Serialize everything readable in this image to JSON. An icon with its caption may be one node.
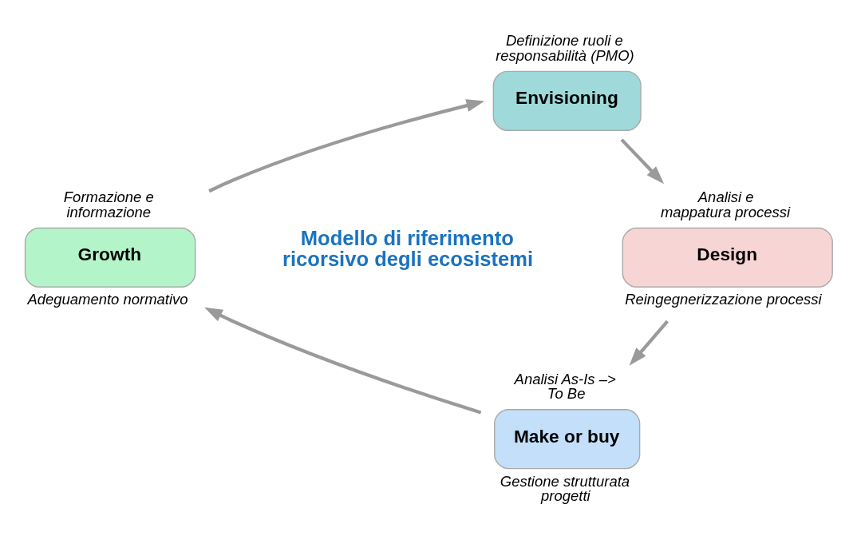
{
  "diagram": {
    "nodes": [
      {
        "text": [
          "Envisioning"
        ],
        "beside": [
          "Definizione ruoli e responsabilità (PMO)"
        ]
      },
      {
        "text": [
          "Design"
        ],
        "beside": [
          "Analisi e mappatura processi",
          "Reingegnerizzazione processi"
        ]
      },
      {
        "text": [
          "Make or buy"
        ],
        "beside": [
          "Analisi As-Is –> To Be",
          "Gestione strutturata progetti"
        ]
      },
      {
        "text": [
          "Growth"
        ],
        "beside": [
          "Formazione e informazione",
          "Adeguamento normativo"
        ]
      },
      {
        "text": [
          "Modello di riferimento ricorsivo degli ecosistemi"
        ]
      }
    ],
    "edges": [
      {
        "from": 0,
        "to": 1,
        "arrow": "to"
      },
      {
        "from": 1,
        "to": 2,
        "arrow": "to"
      },
      {
        "from": 2,
        "to": 3,
        "arrow": "to"
      },
      {
        "from": 3,
        "to": 0,
        "arrow": "to"
      }
    ]
  }
}
